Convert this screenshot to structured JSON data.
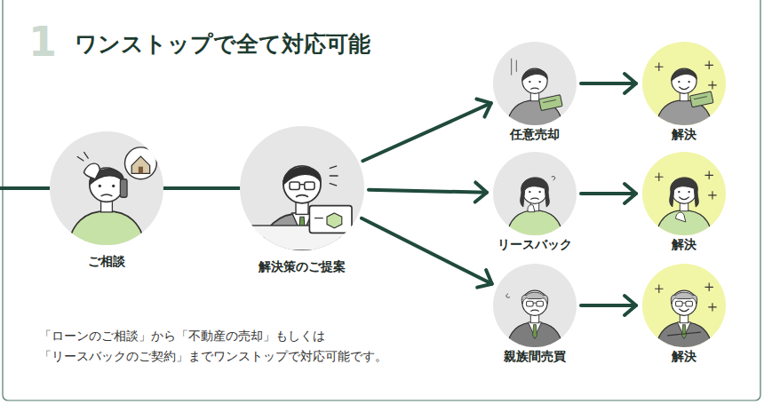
{
  "diagram": {
    "title": "ワンストップで全て対応可能",
    "caption": "「ローンのご相談」から「不動産の売却」もしくは 「リースバックのご契約」までワンストップで対応可能です。",
    "nodes": [
      {
        "text": [
          "ご相談"
        ]
      },
      {
        "text": [
          "解決策のご提案"
        ]
      },
      {
        "text": [
          "任意売却"
        ]
      },
      {
        "text": [
          "解決"
        ]
      },
      {
        "text": [
          "リースバック"
        ]
      },
      {
        "text": [
          "解決"
        ]
      },
      {
        "text": [
          "親族間売買"
        ]
      },
      {
        "text": [
          "解決"
        ]
      }
    ],
    "edges": [
      {
        "from": 0,
        "to": 1,
        "arrow": "none"
      },
      {
        "from": 1,
        "to": 2,
        "arrow": "to"
      },
      {
        "from": 1,
        "to": 4,
        "arrow": "to"
      },
      {
        "from": 1,
        "to": 6,
        "arrow": "to"
      },
      {
        "from": 2,
        "to": 3,
        "arrow": "to"
      },
      {
        "from": 4,
        "to": 5,
        "arrow": "to"
      },
      {
        "from": 6,
        "to": 7,
        "arrow": "to"
      }
    ],
    "labels": [
      "1"
    ]
  }
}
